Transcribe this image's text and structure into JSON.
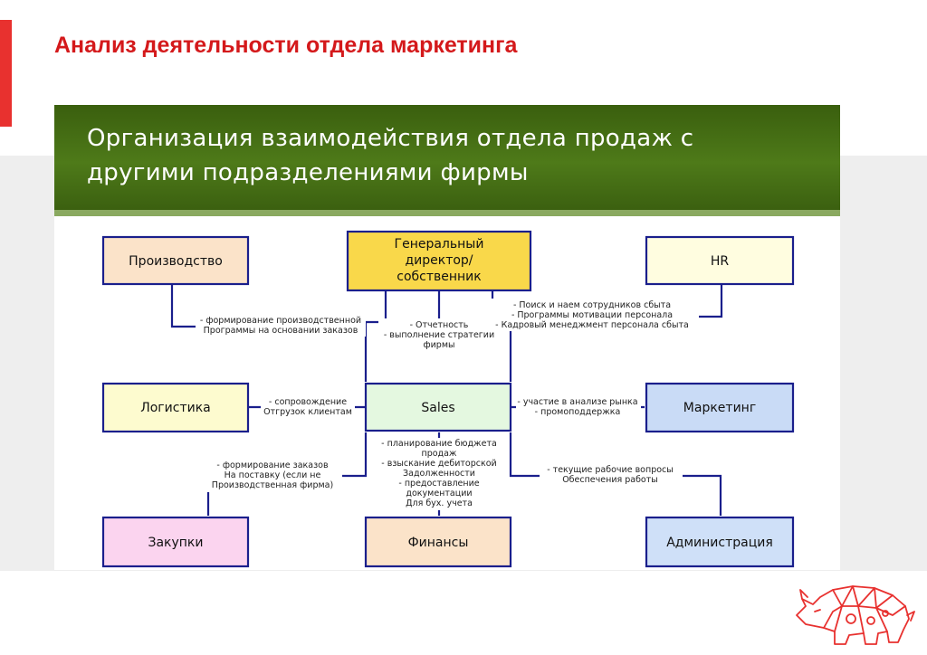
{
  "slide": {
    "title": "Анализ деятельности отдела маркетинга",
    "banner_title_line1": "Организация взаимодействия отдела продаж с",
    "banner_title_line2": "другими подразделениями фирмы"
  },
  "nodes": {
    "production": "Производство",
    "director_line1": "Генеральный",
    "director_line2": "директор/",
    "director_line3": "собственник",
    "hr": "HR",
    "logistics": "Логистика",
    "sales": "Sales",
    "marketing": "Маркетинг",
    "purchasing": "Закупки",
    "finance": "Финансы",
    "administration": "Администрация"
  },
  "annotations": {
    "production": [
      "- формирование производственной",
      "Программы на основании заказов"
    ],
    "director": [
      "- Отчетность",
      "- выполнение стратегии",
      "фирмы"
    ],
    "hr": [
      "- Поиск и наем сотрудников сбыта",
      "- Программы мотивации персонала",
      "- Кадровый менеджмент персонала сбыта"
    ],
    "logistics": [
      "- сопровождение",
      "Отгрузок клиентам"
    ],
    "marketing": [
      "- участие в анализе рынка",
      "- промоподдержка"
    ],
    "purchasing": [
      "- формирование заказов",
      "На поставку (если не",
      "Производственная фирма)"
    ],
    "finance": [
      "- планирование бюджета",
      "продаж",
      "- взыскание дебиторской",
      "Задолженности",
      "- предоставление",
      "документации",
      "Для бух. учета"
    ],
    "administration": [
      "- текущие рабочие вопросы",
      "Обеспечения работы"
    ]
  },
  "colors": {
    "title_red": "#d4191b",
    "accent_red": "#e8312f",
    "banner_green": "#4e7a19",
    "box_border": "#1a1f8c",
    "production_fill": "#fbe3c9",
    "director_fill": "#f9d84a",
    "hr_fill": "#fffde0",
    "logistics_fill": "#fdfbcf",
    "sales_fill": "#e4f8e0",
    "marketing_fill": "#c9dbf6",
    "purchasing_fill": "#fbd4ef",
    "finance_fill": "#fbe3c9",
    "administration_fill": "#cfe0f8"
  },
  "logo": {
    "icon": "rhinoceros-logo-icon"
  }
}
